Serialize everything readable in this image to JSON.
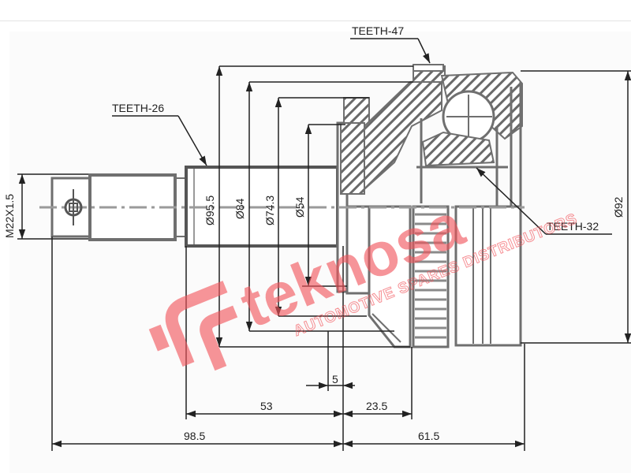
{
  "drawing": {
    "subject": "CV joint outer (technical dimension drawing)",
    "callouts": {
      "teeth_47": "TEETH-47",
      "teeth_26": "TEETH-26",
      "teeth_32": "TEETH-32"
    },
    "thread": "M22X1.5",
    "diameters": {
      "d95_5": "Ø95.5",
      "d84": "Ø84",
      "d74_3": "Ø74.3",
      "d54": "Ø54",
      "d92": "Ø92"
    },
    "lengths": {
      "l5": "5",
      "l53": "53",
      "l23_5": "23.5",
      "l98_5": "98.5",
      "l61_5": "61.5"
    }
  },
  "watermark": {
    "brand": "teknosa",
    "tagline": "AUTOMOTIVE SPARES DISTRIBUTORS",
    "color": "#f2545b"
  },
  "colors": {
    "line": "#222222",
    "part_gray": "#7a7a7a",
    "hatch": "#555555"
  }
}
